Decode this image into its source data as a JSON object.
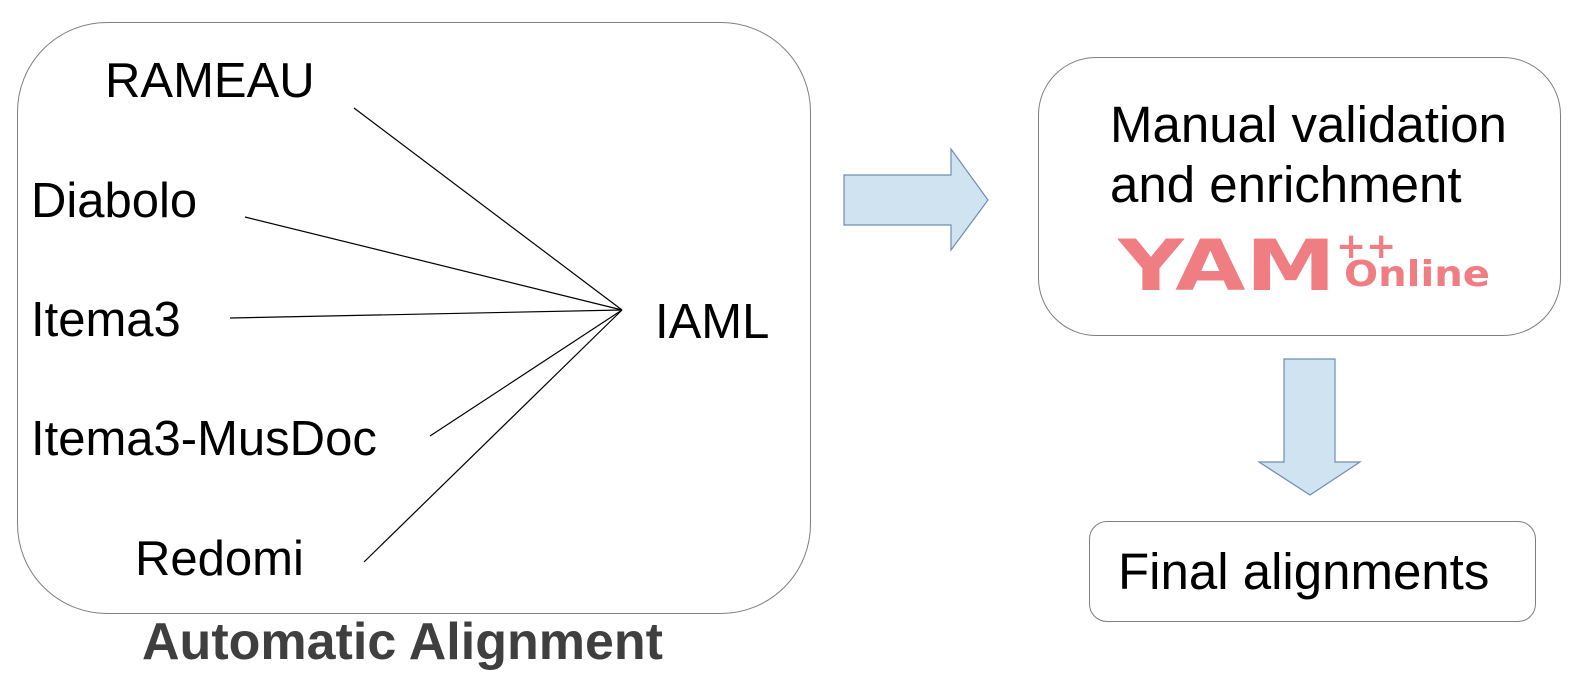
{
  "automatic": {
    "sources": [
      "RAMEAU",
      "Diabolo",
      "Itema3",
      "Itema3-MusDoc",
      "Redomi"
    ],
    "target": "IAML",
    "caption": "Automatic Alignment"
  },
  "manual": {
    "line1": "Manual validation",
    "line2": "and enrichment",
    "logo": {
      "name": "YAM",
      "superscript": "++",
      "suffix": "Online"
    }
  },
  "final": {
    "label": "Final alignments"
  },
  "colors": {
    "arrow_fill": "#cfe3f1",
    "arrow_stroke": "#6f8eb0",
    "logo": "#f07d81",
    "caption": "#3f3f3f",
    "box_border": "#7f7f7f"
  }
}
